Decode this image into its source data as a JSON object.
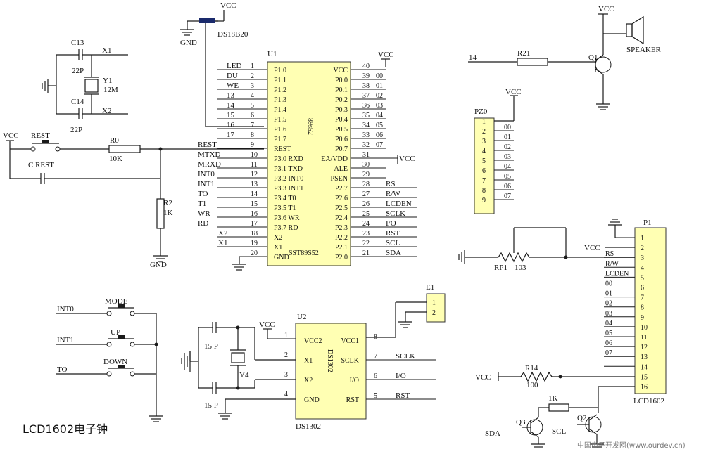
{
  "title": "LCD1602电子钟",
  "watermark": "中国电子开发网(www.ourdev.cn)",
  "u1": {
    "ref": "U1",
    "part": "SST89S52",
    "side_label": "89s52",
    "left_pins": [
      {
        "net": "LED",
        "num": "1",
        "name": "P1.0"
      },
      {
        "net": "DU",
        "num": "2",
        "name": "P1.1"
      },
      {
        "net": "WE",
        "num": "3",
        "name": "P1.2"
      },
      {
        "net": "13",
        "num": "4",
        "name": "P1.3"
      },
      {
        "net": "14",
        "num": "5",
        "name": "P1.4"
      },
      {
        "net": "15",
        "num": "6",
        "name": "P1.5"
      },
      {
        "net": "16",
        "num": "7",
        "name": "P1.6"
      },
      {
        "net": "17",
        "num": "8",
        "name": "P1.7"
      },
      {
        "net": "REST",
        "num": "9",
        "name": "REST"
      },
      {
        "net": "MTXD",
        "num": "10",
        "name": "P3.0 RXD"
      },
      {
        "net": "MRXD",
        "num": "11",
        "name": "P3.1 TXD"
      },
      {
        "net": "INT0",
        "num": "12",
        "name": "P3.2 INT0"
      },
      {
        "net": "INT1",
        "num": "13",
        "name": "P3.3 INT1"
      },
      {
        "net": "TO",
        "num": "14",
        "name": "P3.4 T0"
      },
      {
        "net": "T1",
        "num": "15",
        "name": "P3.5 T1"
      },
      {
        "net": "WR",
        "num": "16",
        "name": "P3.6 WR"
      },
      {
        "net": "RD",
        "num": "17",
        "name": "P3.7 RD"
      },
      {
        "net": "X2",
        "num": "18",
        "name": "X2"
      },
      {
        "net": "X1",
        "num": "19",
        "name": "X1"
      },
      {
        "net": "",
        "num": "20",
        "name": "GND"
      }
    ],
    "right_pins": [
      {
        "num": "40",
        "name": "VCC",
        "net": ""
      },
      {
        "num": "39",
        "name": "P0.0",
        "net": "00"
      },
      {
        "num": "38",
        "name": "P0.1",
        "net": "01"
      },
      {
        "num": "37",
        "name": "P0.2",
        "net": "02"
      },
      {
        "num": "36",
        "name": "P0.3",
        "net": "03"
      },
      {
        "num": "35",
        "name": "P0.4",
        "net": "04"
      },
      {
        "num": "34",
        "name": "P0.5",
        "net": "05"
      },
      {
        "num": "33",
        "name": "P0.6",
        "net": "06"
      },
      {
        "num": "32",
        "name": "P0.7",
        "net": "07"
      },
      {
        "num": "31",
        "name": "EA/VDD",
        "net": "VCC"
      },
      {
        "num": "30",
        "name": "ALE",
        "net": ""
      },
      {
        "num": "29",
        "name": "PSEN",
        "net": ""
      },
      {
        "num": "28",
        "name": "P2.7",
        "net": "RS"
      },
      {
        "num": "27",
        "name": "P2.6",
        "net": "R/W"
      },
      {
        "num": "26",
        "name": "P2.5",
        "net": "LCDEN"
      },
      {
        "num": "25",
        "name": "P2.4",
        "net": "SCLK"
      },
      {
        "num": "24",
        "name": "P2.3",
        "net": "I/O"
      },
      {
        "num": "23",
        "name": "P2.2",
        "net": "RST"
      },
      {
        "num": "22",
        "name": "P2.1",
        "net": "SCL"
      },
      {
        "num": "21",
        "name": "P2.0",
        "net": "SDA"
      }
    ]
  },
  "labels": {
    "vcc": "VCC",
    "gnd": "GND",
    "ds18b20": "DS18B20",
    "c13": "C13",
    "c14": "C14",
    "cap22p": "22P",
    "y1": "Y1",
    "y1_val": "12M",
    "x1": "X1",
    "x2": "X2",
    "rest": "REST",
    "crest": "C REST",
    "r0": "R0",
    "r0_val": "10K",
    "r2": "R2",
    "r2_val": "1K",
    "q1": "Q1",
    "speaker": "SPEAKER",
    "r21": "R21",
    "net14": "14",
    "pz0": "PZ0",
    "p1": "P1",
    "rp1": "RP1",
    "rp1_val": "103",
    "lcd1602": "LCD1602",
    "r14": "R14",
    "r14_val": "100",
    "q2": "Q2",
    "q3": "Q3",
    "r1k": "1K",
    "sda": "SDA",
    "scl": "SCL",
    "e1": "E1",
    "e1_1": "1",
    "e1_2": "2",
    "u2": "U2",
    "ds1302": "DS1302",
    "cap15p": "15 P",
    "y4": "Y4",
    "mode": "MODE",
    "up": "UP",
    "down": "DOWN",
    "int0": "INT0",
    "int1": "INT1",
    "to": "TO"
  },
  "pz0": {
    "pins": [
      "1",
      "2",
      "3",
      "4",
      "5",
      "6",
      "7",
      "8",
      "9"
    ],
    "nets": [
      "",
      "00",
      "01",
      "02",
      "03",
      "04",
      "05",
      "06",
      "07"
    ]
  },
  "p1": {
    "pins": [
      "1",
      "2",
      "3",
      "4",
      "5",
      "6",
      "7",
      "8",
      "9",
      "10",
      "11",
      "12",
      "13",
      "14",
      "15",
      "16"
    ],
    "nets": [
      "",
      "VCC",
      "RS",
      "R/W",
      "LCDEN",
      "00",
      "01",
      "02",
      "03",
      "04",
      "05",
      "06",
      "07",
      "",
      "VCC",
      ""
    ]
  },
  "u2": {
    "left": [
      {
        "num": "1",
        "name": "VCC2"
      },
      {
        "num": "2",
        "name": "X1"
      },
      {
        "num": "3",
        "name": "X2"
      },
      {
        "num": "4",
        "name": "GND"
      }
    ],
    "right": [
      {
        "num": "8",
        "name": "VCC1",
        "net": ""
      },
      {
        "num": "7",
        "name": "SCLK",
        "net": "SCLK"
      },
      {
        "num": "6",
        "name": "I/O",
        "net": "I/O"
      },
      {
        "num": "5",
        "name": "RST",
        "net": "RST"
      }
    ],
    "side_label": "DS1302"
  }
}
